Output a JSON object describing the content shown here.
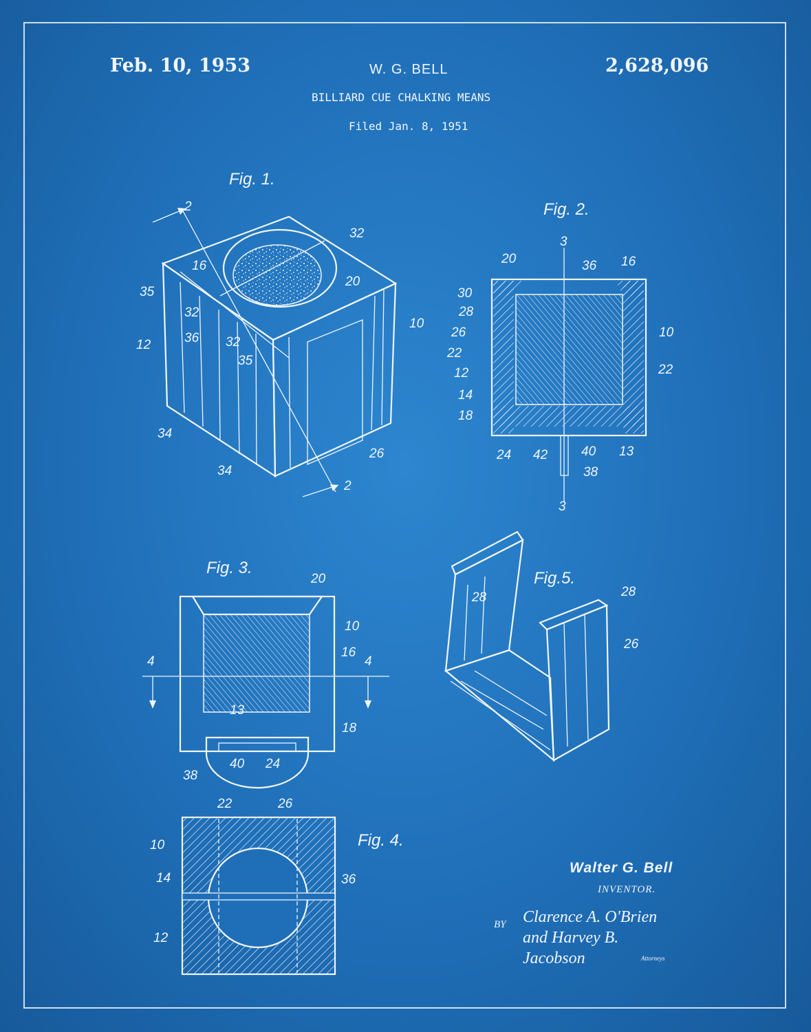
{
  "header": {
    "date": "Feb. 10, 1953",
    "inventor_header": "W. G. BELL",
    "patent_number": "2,628,096",
    "title": "BILLIARD CUE CHALKING MEANS",
    "filed": "Filed Jan. 8, 1951"
  },
  "figures": {
    "fig1": {
      "label": "Fig. 1.",
      "callouts": [
        "2",
        "32",
        "16",
        "20",
        "35",
        "32",
        "36",
        "32",
        "35",
        "12",
        "10",
        "34",
        "34",
        "26",
        "2"
      ]
    },
    "fig2": {
      "label": "Fig. 2.",
      "callouts": [
        "3",
        "20",
        "36",
        "16",
        "30",
        "28",
        "26",
        "22",
        "12",
        "14",
        "18",
        "10",
        "22",
        "24",
        "42",
        "40",
        "13",
        "38",
        "3"
      ]
    },
    "fig3": {
      "label": "Fig. 3.",
      "callouts": [
        "20",
        "10",
        "16",
        "4",
        "4",
        "13",
        "18",
        "40",
        "24",
        "38"
      ]
    },
    "fig4": {
      "label": "Fig. 4.",
      "callouts": [
        "22",
        "26",
        "10",
        "14",
        "36",
        "12"
      ]
    },
    "fig5": {
      "label": "Fig.5.",
      "callouts": [
        "28",
        "28",
        "26"
      ]
    }
  },
  "signature": {
    "name": "Walter G. Bell",
    "role": "INVENTOR.",
    "by": "BY",
    "attorneys_script": "Clarence A. O'Brien and Harvey B. Jacobson",
    "attorneys_label": "Attorneys"
  },
  "colors": {
    "background": "#1f6fb8",
    "ink": "#f2f6ff"
  }
}
